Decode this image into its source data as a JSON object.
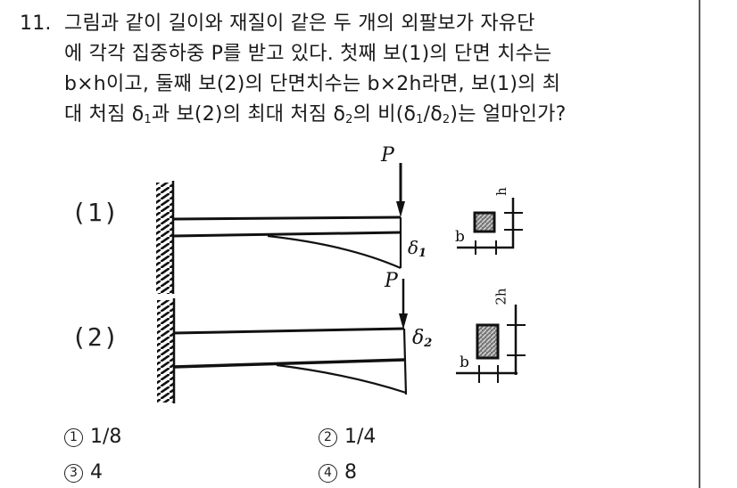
{
  "question": {
    "number": "11.",
    "lines": [
      "그림과 같이 길이와 재질이 같은 두 개의 외팔보가 자유단",
      "에 각각 집중하중 P를 받고 있다. 첫째 보(1)의 단면 치수는",
      "b×h이고, 둘째 보(2)의 단면치수는 b×2h라면, 보(1)의 최",
      "대 처짐 δ"
    ],
    "line4": {
      "part1": "대 처짐 δ",
      "sub1": "1",
      "part2": "과 보(2)의 최대 처짐 δ",
      "sub2": "2",
      "part3": "의 비(δ",
      "sub3": "1",
      "part4": "/δ",
      "sub4": "2",
      "part5": ")는 얼마인가?"
    }
  },
  "figure": {
    "beam1": {
      "label": "(1)",
      "load_label": "P",
      "deflection_label": "δ",
      "deflection_sub": "1",
      "section": {
        "width_label": "b",
        "height_label": "h"
      }
    },
    "beam2": {
      "label": "(2)",
      "load_label": "P",
      "deflection_label": "δ",
      "deflection_sub": "2",
      "section": {
        "width_label": "b",
        "height_label": "2h"
      }
    }
  },
  "choices": [
    {
      "marker": "1",
      "text": "1/8"
    },
    {
      "marker": "2",
      "text": "1/4"
    },
    {
      "marker": "3",
      "text": "4"
    },
    {
      "marker": "4",
      "text": "8"
    }
  ]
}
